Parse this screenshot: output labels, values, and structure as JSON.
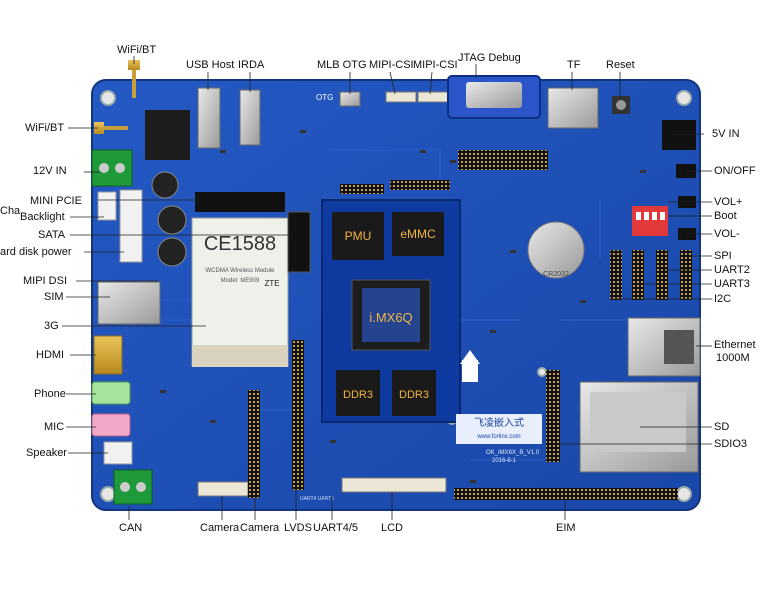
{
  "labels": {
    "wifi_bt_top": "WiFi/BT",
    "wifi_bt_left": "WiFi/BT",
    "usb_host": "USB Host",
    "irda": "IRDA",
    "mlb_otg": "MLB OTG",
    "mipi_csi_1": "MIPI-CSI",
    "mipi_csi_2": "MIPI-CSI",
    "jtag_debug": "JTAG Debug",
    "tf": "TF",
    "reset": "Reset",
    "v12_in": "12V IN",
    "mini_pcie": "MINI PCIE",
    "charge": "Cha",
    "backlight": "Backlight",
    "sata": "SATA",
    "hard_disk_power": "ard disk power",
    "mipi_dsi": "MIPI DSI",
    "sim": "SIM",
    "g3": "3G",
    "hdmi": "HDMI",
    "phone": "Phone",
    "mic": "MIC",
    "speaker": "Speaker",
    "can": "CAN",
    "camera_1": "Camera",
    "camera_2": "Camera",
    "lvds": "LVDS",
    "uart45": "UART4/5",
    "lcd": "LCD",
    "eim": "EIM",
    "v5_in": "5V IN",
    "on_off": "ON/OFF",
    "vol_plus": "VOL+",
    "boot": "Boot",
    "vol_minus": "VOL-",
    "spi": "SPI",
    "uart2": "UART2",
    "uart3": "UART3",
    "i2c": "I2C",
    "ethernet": "Ethernet",
    "ethernet_speed": "1000M",
    "sd": "SD",
    "sdio3": "SDIO3"
  },
  "chips": {
    "pmu": "PMU",
    "emmc": "eMMC",
    "soc": "i.MX6Q",
    "ddr3_left": "DDR3",
    "ddr3_right": "DDR3",
    "otg": "OTG",
    "brand": "飞凌嵌入式",
    "brand_url": "www.forlinx.com",
    "board_model": "OK_IMX6X_B_V1.0",
    "board_date": "2016-8-1",
    "module_name": "WCDMA Wireless Module",
    "module_model": "Model: ME909",
    "ce": "CE1588",
    "zte": "ZTE",
    "battery": "CR2032",
    "uart45_silk": "UART4  UART5"
  },
  "colors": {
    "pcb": "#1f4fb8",
    "pcb_dark": "#163f96",
    "chip": "#1a1a1a",
    "label_text": "#111111",
    "chip_label": "#f2b441"
  }
}
